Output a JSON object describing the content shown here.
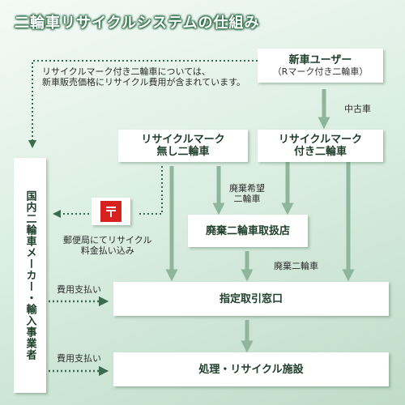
{
  "title": "二輪車リサイクルシステムの仕組み",
  "note_lines": [
    "リサイクルマーク付き二輪車については、",
    "新車販売価格にリサイクル費用が含まれています。"
  ],
  "nodes": {
    "new_user_main": "新車ユーザー",
    "new_user_sub": "（Rマーク付き二輪車）",
    "no_mark": "リサイクルマーク\n無し二輪車",
    "with_mark": "リサイクルマーク\n付き二輪車",
    "disposal_store": "廃棄二輪車取扱店",
    "collection_window": "指定取引窓口",
    "recycling_facility": "処理・リサイクル施設",
    "manufacturer": "国内二輪車メーカー・輸入事業者",
    "post_office_mark": "〒"
  },
  "labels": {
    "used_car": "中古車",
    "disposal_wish": "廃棄希望\n二輪車",
    "post_office_fee": "郵便局にてリサイクル\n料金払い込み",
    "disposal_bike": "廃棄二輪車",
    "fee_payment_1": "費用支払い",
    "fee_payment_2": "費用支払い"
  },
  "colors": {
    "arrow": "#8fb69d",
    "dotted": "#3d6b4f",
    "post_red": "#d8221f"
  }
}
